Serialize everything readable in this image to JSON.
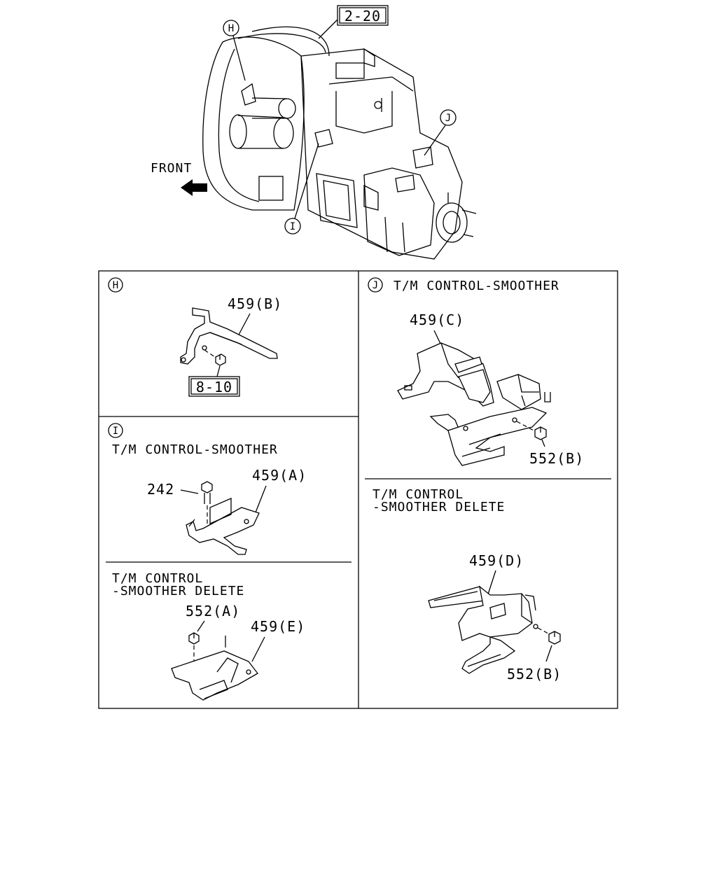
{
  "callouts": {
    "h": "H",
    "i": "I",
    "j": "J"
  },
  "references": {
    "ref_2_20": "2-20",
    "ref_8_10": "8-10"
  },
  "direction_label": "FRONT",
  "panels": {
    "h": {
      "parts": {
        "bracket": "459(B)"
      }
    },
    "i_smoother": {
      "title": "T/M CONTROL-SMOOTHER",
      "parts": {
        "bolt": "242",
        "bracket": "459(A)"
      }
    },
    "i_delete": {
      "title_line1": "T/M CONTROL",
      "title_line2": "-SMOOTHER DELETE",
      "parts": {
        "nut": "552(A)",
        "bracket": "459(E)"
      }
    },
    "j_smoother": {
      "title": "T/M CONTROL-SMOOTHER",
      "parts": {
        "bracket": "459(C)",
        "nut": "552(B)"
      }
    },
    "j_delete": {
      "title_line1": "T/M CONTROL",
      "title_line2": "-SMOOTHER DELETE",
      "parts": {
        "bracket": "459(D)",
        "nut": "552(B)"
      }
    }
  }
}
